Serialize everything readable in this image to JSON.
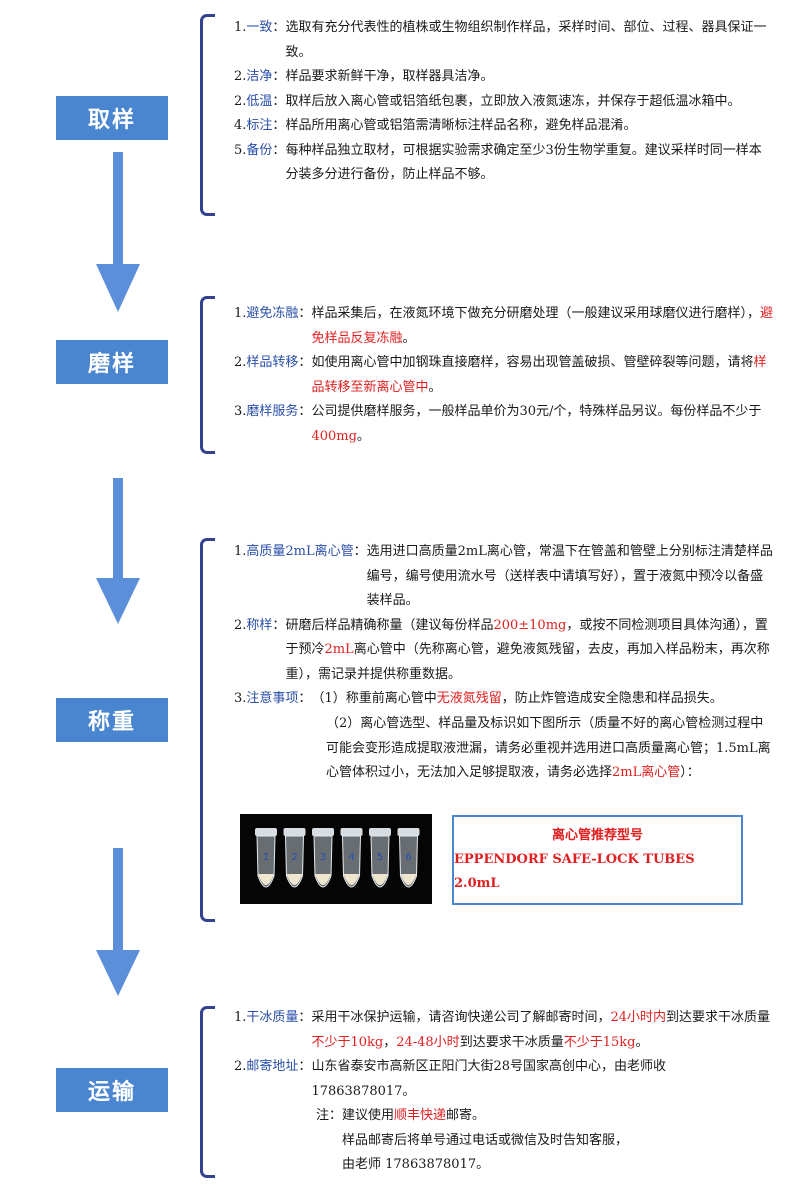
{
  "steps": [
    {
      "title": "取样",
      "items": [
        {
          "num": "1.",
          "kw": "一致",
          "colon": "：",
          "segs": [
            {
              "t": "选取有充分代表性的植株或生物组织制作样品，采样时间、部位、过程、器具保证一致。"
            }
          ]
        },
        {
          "num": "2.",
          "kw": "洁净",
          "colon": "：",
          "segs": [
            {
              "t": "样品要求新鲜干净，取样器具洁净。"
            }
          ]
        },
        {
          "num": "2.",
          "kw": "低温",
          "colon": "：",
          "segs": [
            {
              "t": "取样后放入离心管或铝箔纸包裹，立即放入液氮速冻，并保存于超低温冰箱中。"
            }
          ]
        },
        {
          "num": "4.",
          "kw": "标注",
          "colon": "：",
          "segs": [
            {
              "t": "样品所用离心管或铝箔需清晰标注样品名称，避免样品混淆。"
            }
          ]
        },
        {
          "num": "5.",
          "kw": "备份",
          "colon": "：",
          "segs": [
            {
              "t": "每种样品独立取材，可根据实验需求确定至少3份生物学重复。建议采样时同一样本分装多分进行备份，防止样品不够。"
            }
          ]
        }
      ]
    },
    {
      "title": "磨样",
      "items": [
        {
          "num": "1.",
          "kw": "避免冻融",
          "colon": "：",
          "segs": [
            {
              "t": "样品采集后，在液氮环境下做充分研磨处理（一般建议采用球磨仪进行磨样），"
            },
            {
              "t": "避免样品反复冻融",
              "red": true
            },
            {
              "t": "。"
            }
          ]
        },
        {
          "num": "2.",
          "kw": "样品转移",
          "colon": "：",
          "segs": [
            {
              "t": "如使用离心管中加钢珠直接磨样，容易出现管盖破损、管壁碎裂等问题，请将"
            },
            {
              "t": "样品转移至新离心管中",
              "red": true
            },
            {
              "t": "。"
            }
          ]
        },
        {
          "num": "3.",
          "kw": "磨样服务",
          "colon": "：",
          "segs": [
            {
              "t": "公司提供磨样服务，一般样品单价为30元/个，特殊样品另议。每份样品不少于"
            },
            {
              "t": "400mg",
              "red": true
            },
            {
              "t": "。"
            }
          ]
        }
      ]
    },
    {
      "title": "称重",
      "items": [
        {
          "num": "1.",
          "kw": "高质量2mL离心管",
          "colon": "：",
          "segs": [
            {
              "t": "选用进口高质量2mL离心管，常温下在管盖和管壁上分别标注清楚样品编号，编号使用流水号（送样表中请填写好），置于液氮中预冷以备盛装样品。"
            }
          ]
        },
        {
          "num": "2.",
          "kw": "称样",
          "colon": "：",
          "segs": [
            {
              "t": "研磨后样品精确称量（建议每份样品"
            },
            {
              "t": "200±10mg",
              "red": true
            },
            {
              "t": "，或按不同检测项目具体沟通），置于预冷"
            },
            {
              "t": "2mL",
              "red": true
            },
            {
              "t": "离心管中（先称离心管，避免液氮残留，去皮，再加入样品粉末，再次称重），需记录并提供称重数据。"
            }
          ]
        },
        {
          "num": "3.",
          "kw": "注意事项",
          "colon": "：",
          "segs": [
            {
              "t": "（1）称重前离心管中"
            },
            {
              "t": "无液氮残留",
              "red": true
            },
            {
              "t": "，防止炸管造成安全隐患和样品损失。"
            }
          ]
        }
      ],
      "note2": [
        {
          "t": "（2）离心管选型、样品量及标识如下图所示（质量不好的离心管检测过程中可能会变形造成提取液泄漏，请务必重视并选用进口高质量离心管；1.5mL离心管体积过小，无法加入足够提取液，请务必选择"
        },
        {
          "t": "2mL离心管",
          "red": true
        },
        {
          "t": "）："
        }
      ],
      "tube_labels": [
        "1",
        "2",
        "3",
        "4",
        "5",
        "6"
      ],
      "recommend_title": "离心管推荐型号",
      "recommend_model": "EPPENDORF SAFE-LOCK TUBES 2.0mL"
    },
    {
      "title": "运输",
      "items": [
        {
          "num": "1.",
          "kw": "干冰质量",
          "colon": "：",
          "segs": [
            {
              "t": "采用干冰保护运输，请咨询快递公司了解邮寄时间，"
            },
            {
              "t": "24小时内",
              "red": true
            },
            {
              "t": "到达要求干冰质量"
            },
            {
              "t": "不少于10kg",
              "red": true
            },
            {
              "t": "，"
            },
            {
              "t": "24-48小时",
              "red": true
            },
            {
              "t": "到达要求干冰质量"
            },
            {
              "t": "不少于15kg",
              "red": true
            },
            {
              "t": "。"
            }
          ]
        },
        {
          "num": "2.",
          "kw": "邮寄地址",
          "colon": "：",
          "segs": [
            {
              "t": "山东省泰安市高新区正阳门大街28号国家高创中心，由老师收 17863878017。"
            }
          ]
        }
      ],
      "note_lines": [
        [
          {
            "t": "注：建议使用"
          },
          {
            "t": "顺丰快递",
            "red": true
          },
          {
            "t": "邮寄。"
          }
        ],
        [
          {
            "t": "样品邮寄后将单号通过电话或微信及时告知客服，"
          }
        ],
        [
          {
            "t": "由老师 17863878017。"
          }
        ]
      ]
    }
  ],
  "colors": {
    "step_box": "#4a86cf",
    "arrow": "#5b8fd9",
    "bracket": "#33418f",
    "keyword": "#2a4fa8",
    "highlight": "#e02020"
  }
}
